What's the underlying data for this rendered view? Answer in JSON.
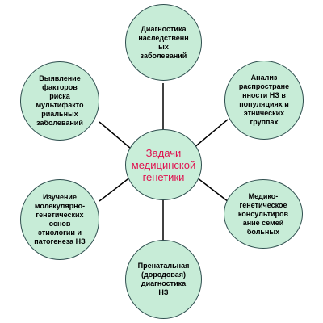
{
  "colors": {
    "outer_fill": "#c7ecd7",
    "center_fill": "#c9eed9",
    "outline": "#2f4f4f",
    "spoke": "#000000",
    "center_text": "#e0114f",
    "outer_text": "#000000"
  },
  "center": {
    "label": "Задачи\nмедицинской\nгенетики"
  },
  "outer": [
    {
      "label": "Диагностика\nнаследственн\nых\nзаболеваний"
    },
    {
      "label": "Анализ\nраспростране\nнности НЗ в\nпопуляциях и\nэтнических\nгруппах"
    },
    {
      "label": "Медико-\nгенетическое\nконсультиров\nание семей\nбольных"
    },
    {
      "label": "Пренатальная\n(дородовая)\nдиагностика\nНЗ"
    },
    {
      "label": "Изучение\nмолекулярно-\nгенетических\nоснов\nэтиологии и\nпатогенеза НЗ"
    },
    {
      "label": "Выявление\nфакторов\nриска\nмультифакто\nриальных\nзаболеваний"
    }
  ]
}
